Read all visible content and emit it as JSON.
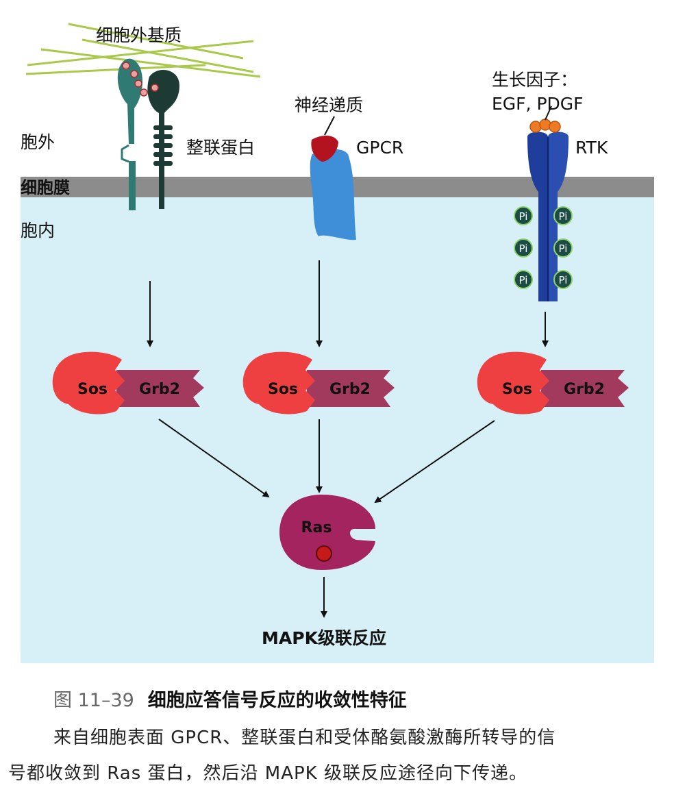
{
  "labels": {
    "ecm": "细胞外基质",
    "outside": "胞外",
    "membrane": "细胞膜",
    "inside": "胞内",
    "integrin": "整联蛋白",
    "neurotransmitter": "神经递质",
    "gpcr": "GPCR",
    "growth_factor_line1": "生长因子：",
    "growth_factor_line2": "EGF, PDGF",
    "rtk": "RTK",
    "pi": "Pi",
    "sos": "Sos",
    "grb2": "Grb2",
    "ras": "Ras",
    "mapk": "MAPK级联反应"
  },
  "caption": {
    "figure_number": "图 11–39",
    "title": "细胞应答信号反应的收敛性特征",
    "body_line1": "来自细胞表面 GPCR、整联蛋白和受体酪氨酸激酶所转导的信",
    "body_line2": "号都收敛到 Ras 蛋白，然后沿 MAPK 级联反应途径向下传递。"
  },
  "colors": {
    "background_band": "#d7f0f7",
    "membrane": "#8c8c8c",
    "ecm_fiber": "#a8c94a",
    "integrin_teal": "#2f7a73",
    "integrin_dark": "#1e3a34",
    "gpcr_blue": "#3f8fd8",
    "neurotransmitter_red": "#b3121f",
    "rtk_navy": "#1f3d9a",
    "growth_factor_orange": "#ef7a24",
    "pi_green": "#1b4d45",
    "sos_red": "#ee4040",
    "grb2_maroon": "#a23a5e",
    "ras_magenta": "#a3245f",
    "ras_dot": "#c51a1a"
  }
}
